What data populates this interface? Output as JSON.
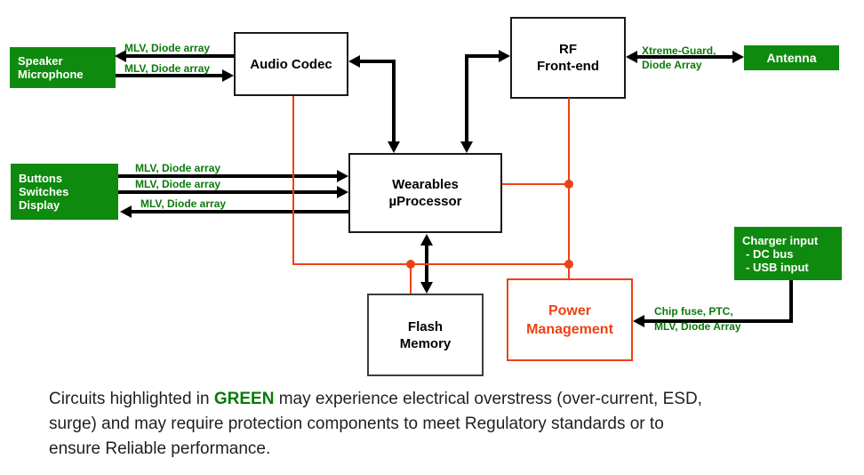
{
  "diagram": {
    "blocks": {
      "speaker": {
        "lines": [
          "Speaker",
          "Microphone"
        ]
      },
      "buttons": {
        "lines": [
          "Buttons",
          "Switches",
          "Display"
        ]
      },
      "antenna": {
        "label": "Antenna"
      },
      "charger": {
        "lines": [
          "Charger input",
          "- DC bus",
          "- USB input"
        ]
      },
      "audio_codec": {
        "label": "Audio Codec"
      },
      "rf_frontend": {
        "lines": [
          "RF",
          "Front-end"
        ]
      },
      "uprocessor": {
        "lines": [
          "Wearables",
          "µProcessor"
        ]
      },
      "flash": {
        "lines": [
          "Flash",
          "Memory"
        ]
      },
      "power": {
        "lines": [
          "Power",
          "Management"
        ]
      }
    },
    "labels": {
      "codec_to_speaker": "MLV, Diode array",
      "speaker_to_codec": "MLV, Diode array",
      "buttons_1": "MLV, Diode array",
      "buttons_2": "MLV, Diode array",
      "buttons_3": "MLV, Diode array",
      "antenna_line1": "Xtreme-Guard,",
      "antenna_line2": "Diode Array",
      "charger_line1": "Chip fuse, PTC,",
      "charger_line2": "MLV, Diode Array"
    },
    "colors": {
      "green_box": "#0e8a0e",
      "green_text": "#0a7a0a",
      "orange": "#ee4213",
      "line_black": "#000000"
    }
  },
  "caption": {
    "line1_pre": "Circuits highlighted in ",
    "highlight": "GREEN",
    "line1_post": " may experience electrical overstress (over-current, ESD,",
    "line2": "surge) and may require protection components to meet Regulatory standards or to",
    "line3": "ensure Reliable performance."
  }
}
